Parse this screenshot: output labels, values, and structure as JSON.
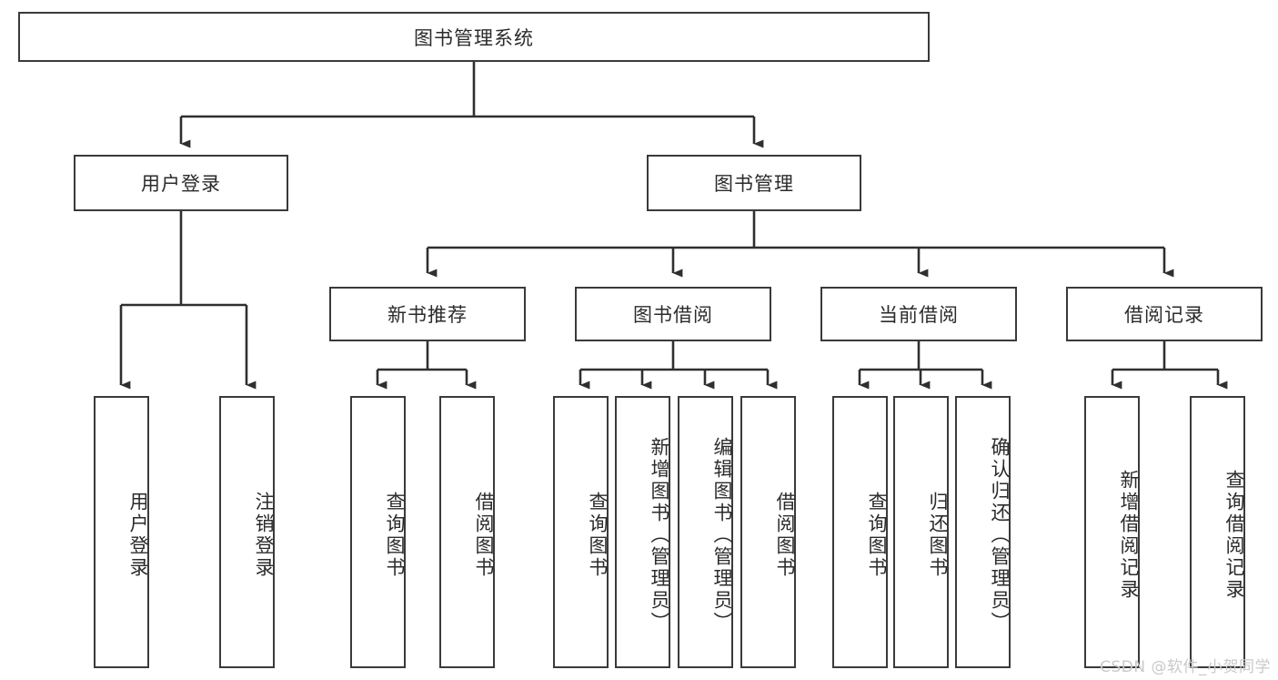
{
  "diagram": {
    "type": "tree-hierarchy",
    "title": "图书管理系统",
    "watermark": "CSDN @软件_小贺同学",
    "colors": {
      "box_border": "#3a3a3a",
      "box_fill": "#ffffff",
      "edge": "#2f2f2f",
      "text": "#2b2b2b",
      "watermark": "#c9c9c9",
      "background": "#ffffff"
    },
    "root": {
      "label": "图书管理系统"
    },
    "level1": [
      {
        "label": "用户登录"
      },
      {
        "label": "图书管理"
      }
    ],
    "level2": [
      {
        "label": "新书推荐"
      },
      {
        "label": "图书借阅"
      },
      {
        "label": "当前借阅"
      },
      {
        "label": "借阅记录"
      }
    ],
    "leaves": {
      "user_login": [
        {
          "label": "用户登录"
        },
        {
          "label": "注销登录"
        }
      ],
      "new_book_recommend": [
        {
          "label": "查询图书"
        },
        {
          "label": "借阅图书"
        }
      ],
      "book_borrow": [
        {
          "label": "查询图书"
        },
        {
          "label": "新增图书（管理员）"
        },
        {
          "label": "编辑图书（管理员）"
        },
        {
          "label": "借阅图书"
        }
      ],
      "current_borrow": [
        {
          "label": "查询图书"
        },
        {
          "label": "归还图书"
        },
        {
          "label": "确认归还（管理员）"
        }
      ],
      "borrow_record": [
        {
          "label": "新增借阅记录"
        },
        {
          "label": "查询借阅记录"
        }
      ]
    }
  }
}
